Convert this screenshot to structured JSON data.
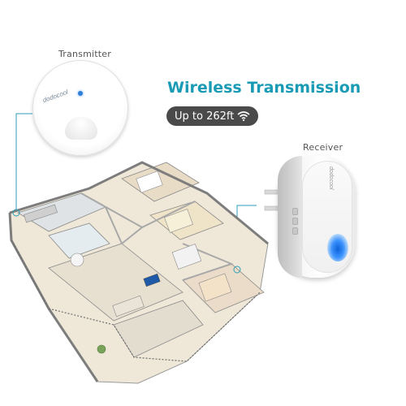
{
  "headline": "Wireless Transmission",
  "range_badge": {
    "text": "Up to 262ft",
    "icon": "wifi-icon"
  },
  "transmitter": {
    "label": "Transmitter",
    "brand": "dodocool"
  },
  "receiver": {
    "label": "Receiver",
    "brand": "dodocool"
  },
  "illustration": "floor-plan-illustration",
  "colors": {
    "accent": "#1a9bb5",
    "badge_bg": "#4a4a4a",
    "led_blue": "#2f7fd6"
  }
}
